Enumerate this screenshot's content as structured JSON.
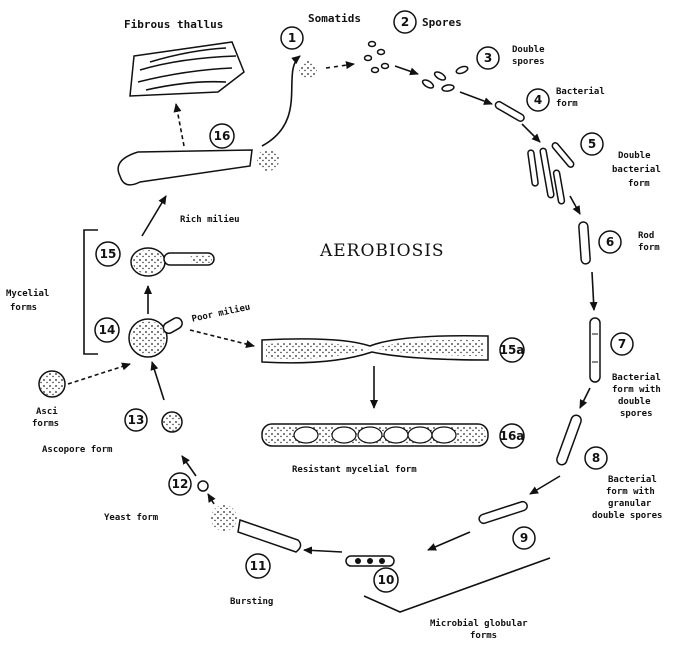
{
  "title": "AEROBIOSIS",
  "stages": [
    {
      "num": "1",
      "label": "Somatids"
    },
    {
      "num": "2",
      "label": "Spores"
    },
    {
      "num": "3",
      "label": "Double spores"
    },
    {
      "num": "4",
      "label": "Bacterial form"
    },
    {
      "num": "5",
      "label": "Double bacterial form"
    },
    {
      "num": "6",
      "label": "Rod form"
    },
    {
      "num": "7",
      "label": "Bacterial form with double spores"
    },
    {
      "num": "8",
      "label": "Bacterial form with granular double spores"
    },
    {
      "num": "9",
      "label": ""
    },
    {
      "num": "10",
      "label": ""
    },
    {
      "num": "11",
      "label": "Bursting"
    },
    {
      "num": "12",
      "label": "Yeast form"
    },
    {
      "num": "13",
      "label": "Ascopore form"
    },
    {
      "num": "14",
      "label": ""
    },
    {
      "num": "15",
      "label": ""
    },
    {
      "num": "16",
      "label": ""
    },
    {
      "num": "15a",
      "label": ""
    },
    {
      "num": "16a",
      "label": "Resistant mycelial form"
    }
  ],
  "labels": {
    "fibrous_thallus": "Fibrous thallus",
    "rich_milieu": "Rich milieu",
    "poor_milieu": "Poor milieu",
    "mycelial_forms": "Mycelial forms",
    "asci_forms": "Asci forms",
    "microbial_globular_forms": "Microbial globular forms"
  }
}
